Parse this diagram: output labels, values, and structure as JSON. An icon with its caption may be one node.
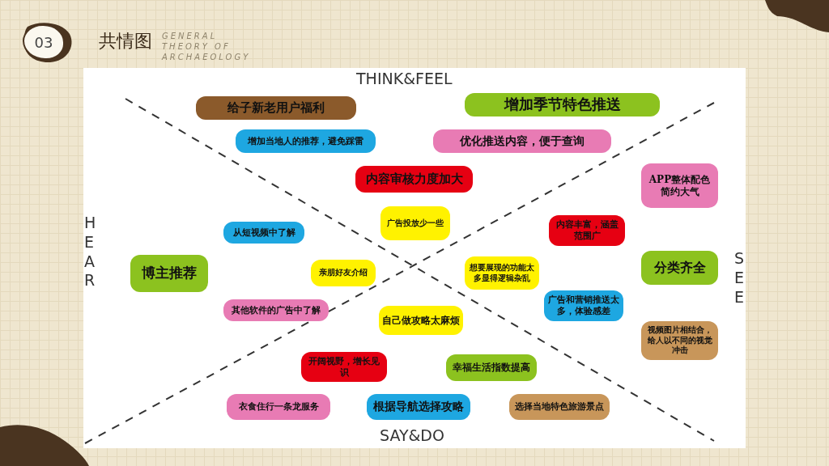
{
  "diagram": {
    "title": "共情图",
    "nodes": [
      {
        "text": [
          "03"
        ]
      },
      {
        "text": [
          "给子新老用户福利"
        ]
      },
      {
        "text": [
          "增加季节特色推送"
        ]
      },
      {
        "text": [
          "增加当地人的推荐，避免踩雷"
        ]
      },
      {
        "text": [
          "优化推送内容，便于查询"
        ]
      },
      {
        "text": [
          "内容审核力度加大"
        ]
      },
      {
        "text": [
          "APP整体配色简约大气"
        ]
      },
      {
        "text": [
          "广告投放少一些"
        ]
      },
      {
        "text": [
          "从短视频中了解"
        ]
      },
      {
        "text": [
          "内容丰富，涵盖范围广"
        ]
      },
      {
        "text": [
          "博主推荐"
        ]
      },
      {
        "text": [
          "亲朋好友介绍"
        ]
      },
      {
        "text": [
          "想要展现的功能太多显得逻辑杂乱"
        ]
      },
      {
        "text": [
          "分类齐全"
        ]
      },
      {
        "text": [
          "其他软件的广告中了解"
        ]
      },
      {
        "text": [
          "广告和营销推送太多，体验感差"
        ]
      },
      {
        "text": [
          "自己做攻略太麻烦"
        ]
      },
      {
        "text": [
          "视频图片相结合，给人以不同的视觉冲击"
        ]
      },
      {
        "text": [
          "开阔视野，增长见识"
        ]
      },
      {
        "text": [
          "幸福生活指数提高"
        ]
      },
      {
        "text": [
          "衣食住行一条龙服务"
        ]
      },
      {
        "text": [
          "根据导航选择攻略"
        ]
      },
      {
        "text": [
          "选择当地特色旅游景点"
        ]
      }
    ],
    "labels": [
      "GENERAL THEORY OF ARCHAEOLOGY",
      "THINK&FEEL",
      "HEAR",
      "SEE",
      "SAY&DO"
    ]
  }
}
